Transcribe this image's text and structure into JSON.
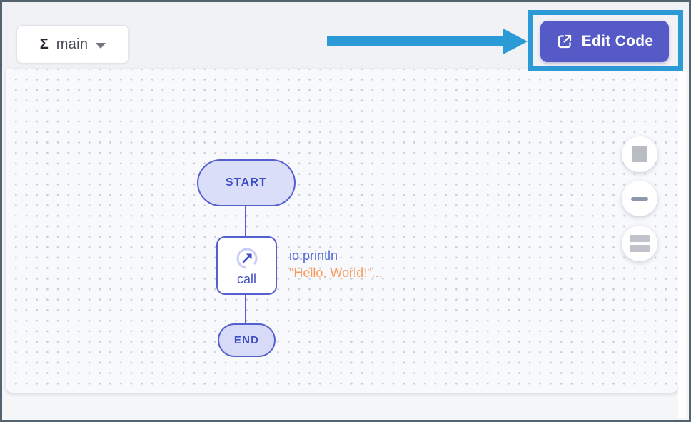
{
  "header": {
    "function_dropdown": {
      "icon_glyph": "Σ",
      "label": "main"
    },
    "edit_code_button": {
      "label": "Edit Code"
    }
  },
  "canvas": {
    "nodes": {
      "start": {
        "label": "START"
      },
      "call": {
        "label": "call",
        "expression": "io:println",
        "args_preview": "\"Hello, World!\"..."
      },
      "end": {
        "label": "END"
      }
    },
    "controls": [
      {
        "name": "fit-to-screen",
        "icon": "square-icon"
      },
      {
        "name": "zoom-out",
        "icon": "minus-icon"
      },
      {
        "name": "toggle-panels",
        "icon": "stacked-bars-icon"
      }
    ]
  },
  "annotation": {
    "type": "arrow-and-highlight-box",
    "target": "Edit Code button"
  },
  "colors": {
    "annotation_blue": "#2D9AD8",
    "button_purple": "#555AC6",
    "node_border": "#5560CE",
    "node_fill": "#DBDEF9",
    "node_text": "#3D4DC5",
    "expr_blue": "#5468D8",
    "args_orange": "#F89B5C",
    "frame_border": "#54636E",
    "header_bg": "#F1F2F5",
    "canvas_bg": "#F8F9FC"
  }
}
